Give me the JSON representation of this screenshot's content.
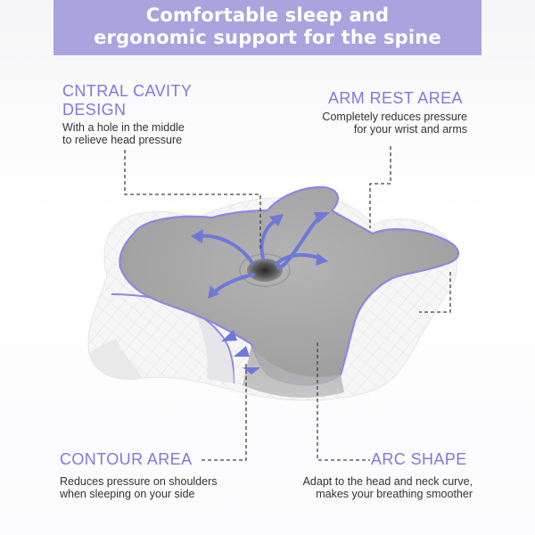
{
  "banner": {
    "line1": "Comfortable sleep and",
    "line2": "ergonomic support for the spine"
  },
  "callouts": {
    "central_cavity": {
      "title_line1": "CNTRAL CAVITY",
      "title_line2": "DESIGN",
      "desc_line1": "With a hole in the middle",
      "desc_line2": "to relieve head pressure"
    },
    "arm_rest": {
      "title": "ARM REST AREA",
      "desc_line1": "Completely reduces pressure",
      "desc_line2": "for your wrist and arms"
    },
    "contour": {
      "title": "CONTOUR AREA",
      "desc_line1": "Reduces pressure on shoulders",
      "desc_line2": "when sleeping on your side"
    },
    "arc_shape": {
      "title": "ARC SHAPE",
      "desc_line1": "Adapt to the head and neck curve,",
      "desc_line2": "makes your breathing smoother"
    }
  },
  "colors": {
    "accent": "#8477d8",
    "banner": "#a9a3de",
    "pillow_top": "#a6a6a6",
    "pillow_side": "#f4f4f4",
    "edge_trim": "#8f86e0"
  }
}
